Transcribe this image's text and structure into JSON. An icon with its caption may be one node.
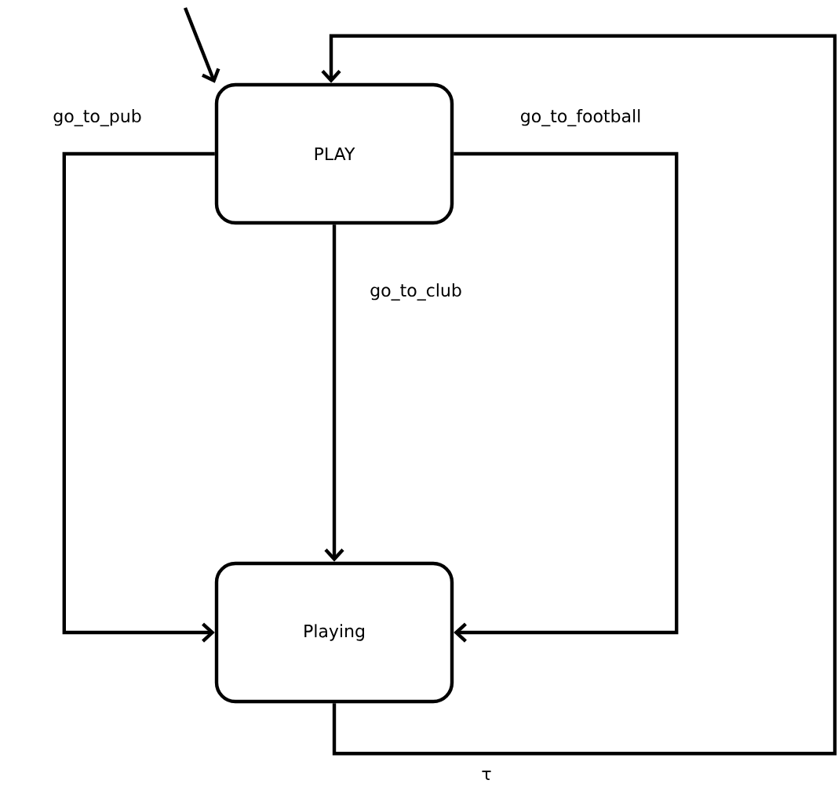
{
  "diagram": {
    "nodes": [
      {
        "text": [
          "PLAY"
        ]
      },
      {
        "text": [
          "Playing"
        ]
      }
    ],
    "edges": [
      {
        "from": null,
        "to": 0,
        "arrow": "to"
      },
      {
        "from": 0,
        "to": 1,
        "arrow": "to",
        "label": "go_to_pub"
      },
      {
        "from": 0,
        "to": 1,
        "arrow": "to",
        "label": "go_to_club"
      },
      {
        "from": 0,
        "to": 1,
        "arrow": "to",
        "label": "go_to_football"
      },
      {
        "from": 1,
        "to": 0,
        "arrow": "to",
        "label": "τ"
      }
    ]
  }
}
